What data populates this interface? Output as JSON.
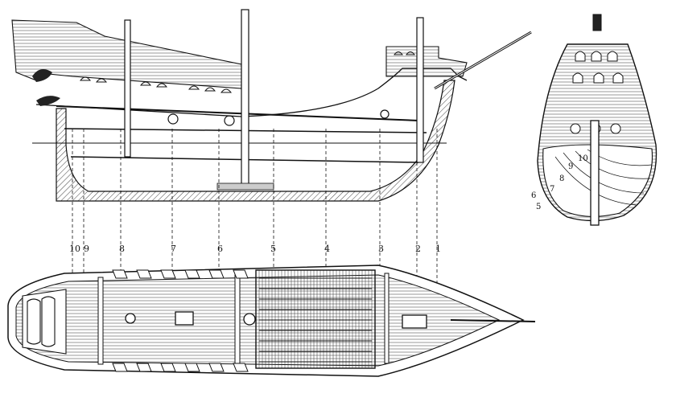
{
  "section_labels": [
    "10",
    "9",
    "8",
    "7",
    "6",
    "5",
    "4",
    "3",
    "2",
    "1"
  ],
  "stern_labels": [
    "5",
    "6",
    "7",
    "8",
    "9",
    "10"
  ],
  "colors": {
    "ink": "#111111",
    "paper": "#ffffff"
  }
}
